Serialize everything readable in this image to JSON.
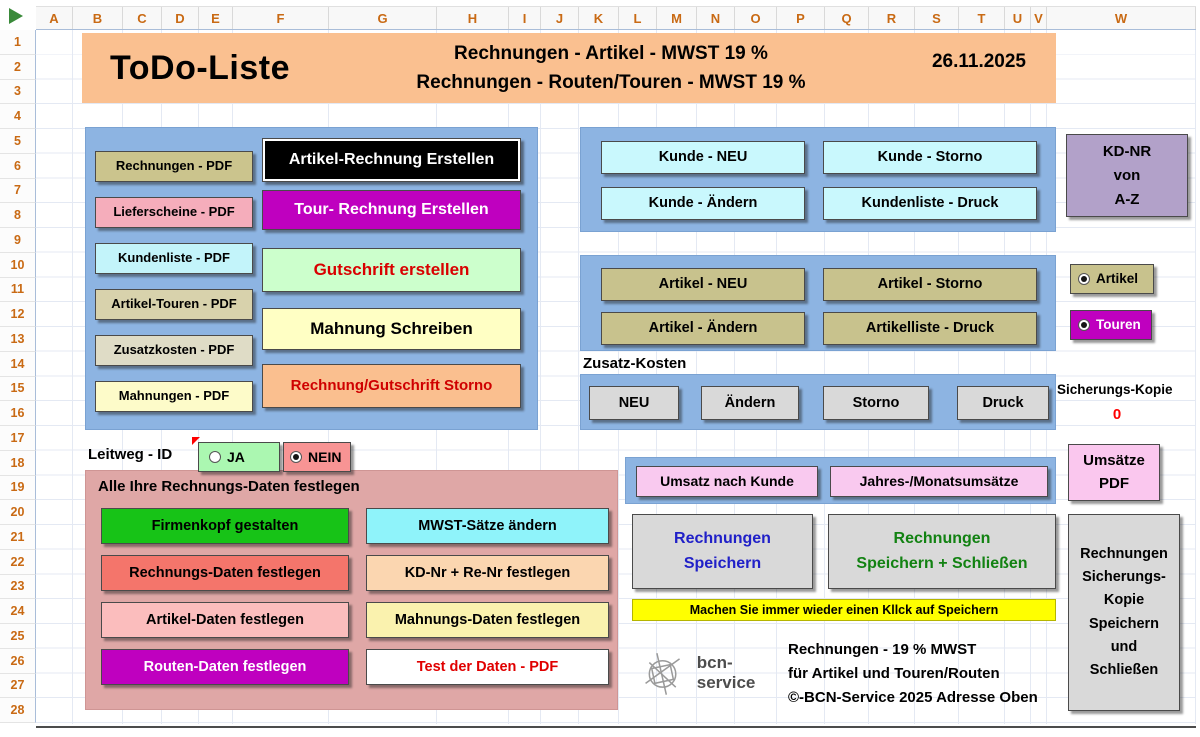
{
  "spreadsheet": {
    "columns": [
      "A",
      "B",
      "C",
      "D",
      "E",
      "F",
      "G",
      "H",
      "I",
      "J",
      "K",
      "L",
      "M",
      "N",
      "O",
      "P",
      "Q",
      "R",
      "S",
      "T",
      "U",
      "V",
      "W"
    ],
    "rows": [
      "1",
      "2",
      "3",
      "4",
      "5",
      "6",
      "7",
      "8",
      "9",
      "10",
      "11",
      "12",
      "13",
      "14",
      "15",
      "16",
      "17",
      "18",
      "19",
      "20",
      "21",
      "22",
      "23",
      "24",
      "25",
      "26",
      "27",
      "28"
    ]
  },
  "colors": {
    "header_band": "#FAC090",
    "panel_blue": "#8DB4E2",
    "panel_rose": "#DFA7A6",
    "accent_magenta": "#BF00BF",
    "accent_green": "#17C317",
    "hint_yellow": "#FFFF00",
    "alert_red": "#FF0000"
  },
  "header": {
    "title": "ToDo-Liste",
    "line1": "Rechnungen - Artikel - MWST 19 %",
    "line2": "Rechnungen - Routen/Touren - MWST 19 %",
    "date": "26.11.2025"
  },
  "pdf_buttons": [
    "Rechnungen - PDF",
    "Lieferscheine - PDF",
    "Kundenliste - PDF",
    "Artikel-Touren - PDF",
    "Zusatzkosten - PDF",
    "Mahnungen - PDF"
  ],
  "actions": {
    "artikel_rechnung": "Artikel-Rechnung Erstellen",
    "tour_rechnung": "Tour- Rechnung Erstellen",
    "gutschrift": "Gutschrift erstellen",
    "mahnung": "Mahnung Schreiben",
    "storno": "Rechnung/Gutschrift Storno"
  },
  "kunde": {
    "neu": "Kunde - NEU",
    "storno": "Kunde - Storno",
    "aendern": "Kunde - Ändern",
    "druck": "Kundenliste - Druck"
  },
  "artikel": {
    "neu": "Artikel - NEU",
    "storno": "Artikel - Storno",
    "aendern": "Artikel - Ändern",
    "druck": "Artikelliste - Druck"
  },
  "zusatz": {
    "label": "Zusatz-Kosten",
    "neu": "NEU",
    "aendern": "Ändern",
    "storno": "Storno",
    "druck": "Druck"
  },
  "side": {
    "kdnr": "KD-NR\nvon\nA-Z",
    "radio_artikel": "Artikel",
    "radio_touren": "Touren",
    "sicherung_label": "Sicherungs-Kopie",
    "sicherung_value": "0",
    "umsaetze_pdf": "Umsätze\nPDF",
    "backup_button": "Rechnungen\nSicherungs-\nKopie\nSpeichern\nund\nSchließen"
  },
  "leitweg": {
    "label": "Leitweg - ID",
    "ja": "JA",
    "nein": "NEIN"
  },
  "daten": {
    "heading": "Alle Ihre Rechnungs-Daten festlegen",
    "left": [
      "Firmenkopf gestalten",
      "Rechnungs-Daten festlegen",
      "Artikel-Daten festlegen",
      "Routen-Daten festlegen"
    ],
    "right": [
      "MWST-Sätze ändern",
      "KD-Nr + Re-Nr festlegen",
      "Mahnungs-Daten festlegen",
      "Test der Daten  -  PDF"
    ]
  },
  "umsatz": {
    "kunde": "Umsatz nach Kunde",
    "jahres": "Jahres-/Monatsumsätze"
  },
  "save": {
    "save": "Rechnungen\nSpeichern",
    "save_close": "Rechnungen\nSpeichern + Schließen",
    "hint": "Machen Sie immer wieder einen Kllck auf Speichern"
  },
  "footer": {
    "logo": "bcn-service",
    "line1": "Rechnungen - 19 % MWST",
    "line2": "für Artikel und Touren/Routen",
    "line3": "©-BCN-Service 2025 Adresse Oben"
  }
}
